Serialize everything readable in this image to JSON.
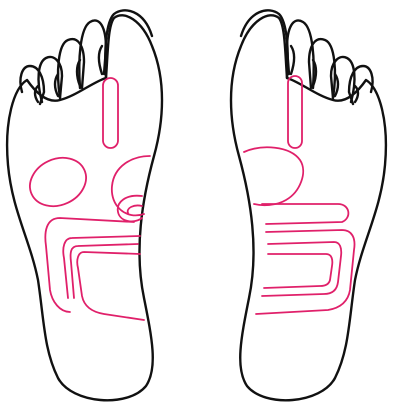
{
  "colors": {
    "background": "#ffffff",
    "foot_outline": "#111111",
    "zone_outline": "#e0206a"
  },
  "figures": [
    {
      "id": "left-foot",
      "side": "left"
    },
    {
      "id": "right-foot",
      "side": "right"
    }
  ]
}
